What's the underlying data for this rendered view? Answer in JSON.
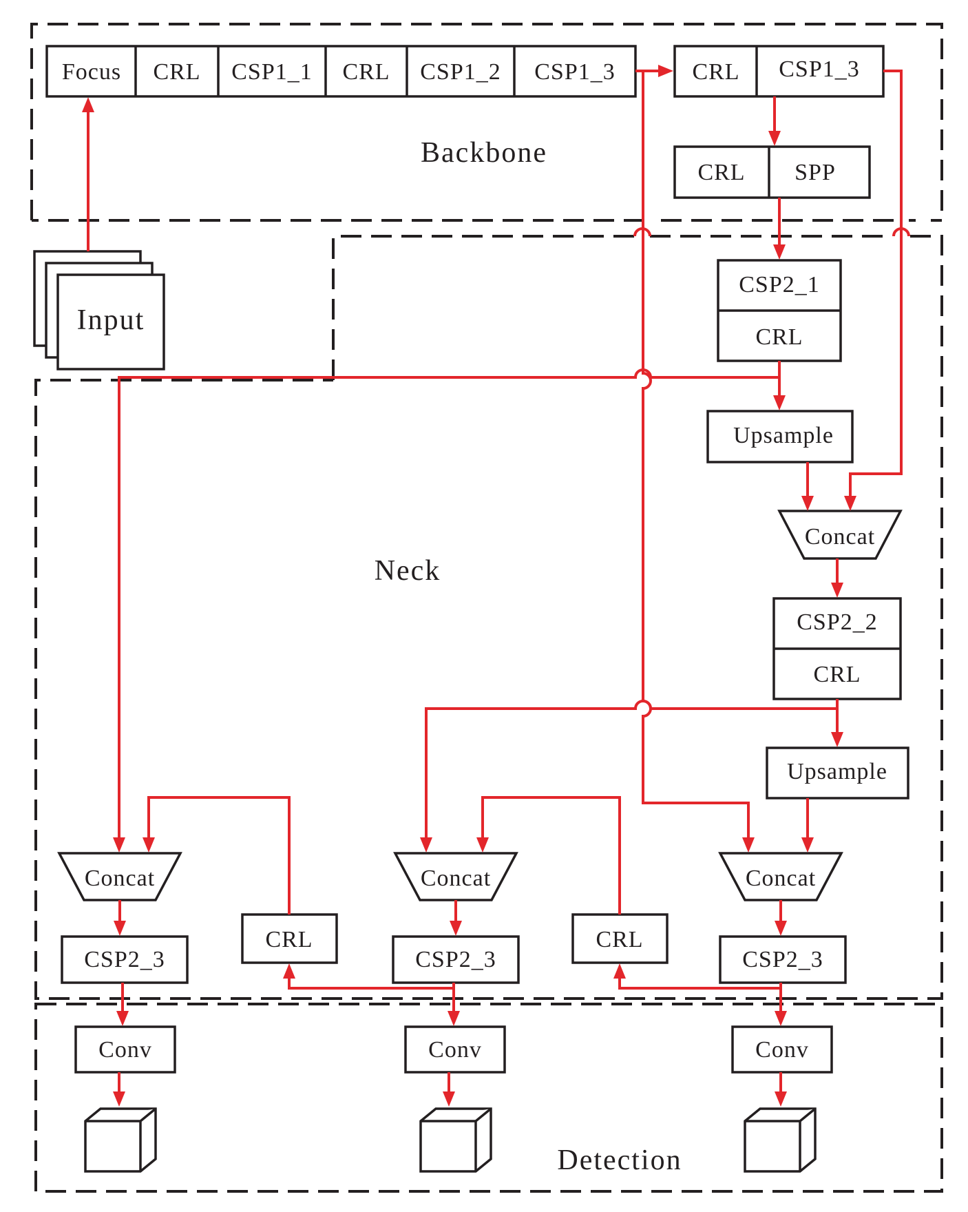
{
  "colors": {
    "arrow": "#e3262b",
    "outline": "#231f20"
  },
  "regions": {
    "backbone": "Backbone",
    "neck": "Neck",
    "detection": "Detection"
  },
  "input": {
    "label": "Input"
  },
  "backbone": {
    "row": [
      "Focus",
      "CRL",
      "CSP1_1",
      "CRL",
      "CSP1_2",
      "CSP1_3"
    ],
    "block2": [
      "CRL",
      "CSP1_3"
    ],
    "block3": [
      "CRL",
      "SPP"
    ]
  },
  "neck": {
    "csp2_1": [
      "CSP2_1",
      "CRL"
    ],
    "upsample1": "Upsample",
    "concat1": "Concat",
    "csp2_2": [
      "CSP2_2",
      "CRL"
    ],
    "upsample2": "Upsample",
    "concat_left": "Concat",
    "concat_mid": "Concat",
    "concat_right": "Concat",
    "csp2_3_left": "CSP2_3",
    "csp2_3_mid": "CSP2_3",
    "csp2_3_right": "CSP2_3",
    "crl_a": "CRL",
    "crl_b": "CRL"
  },
  "detection": {
    "conv_left": "Conv",
    "conv_mid": "Conv",
    "conv_right": "Conv",
    "output_icons": [
      "cube-icon",
      "cube-icon",
      "cube-icon"
    ]
  }
}
